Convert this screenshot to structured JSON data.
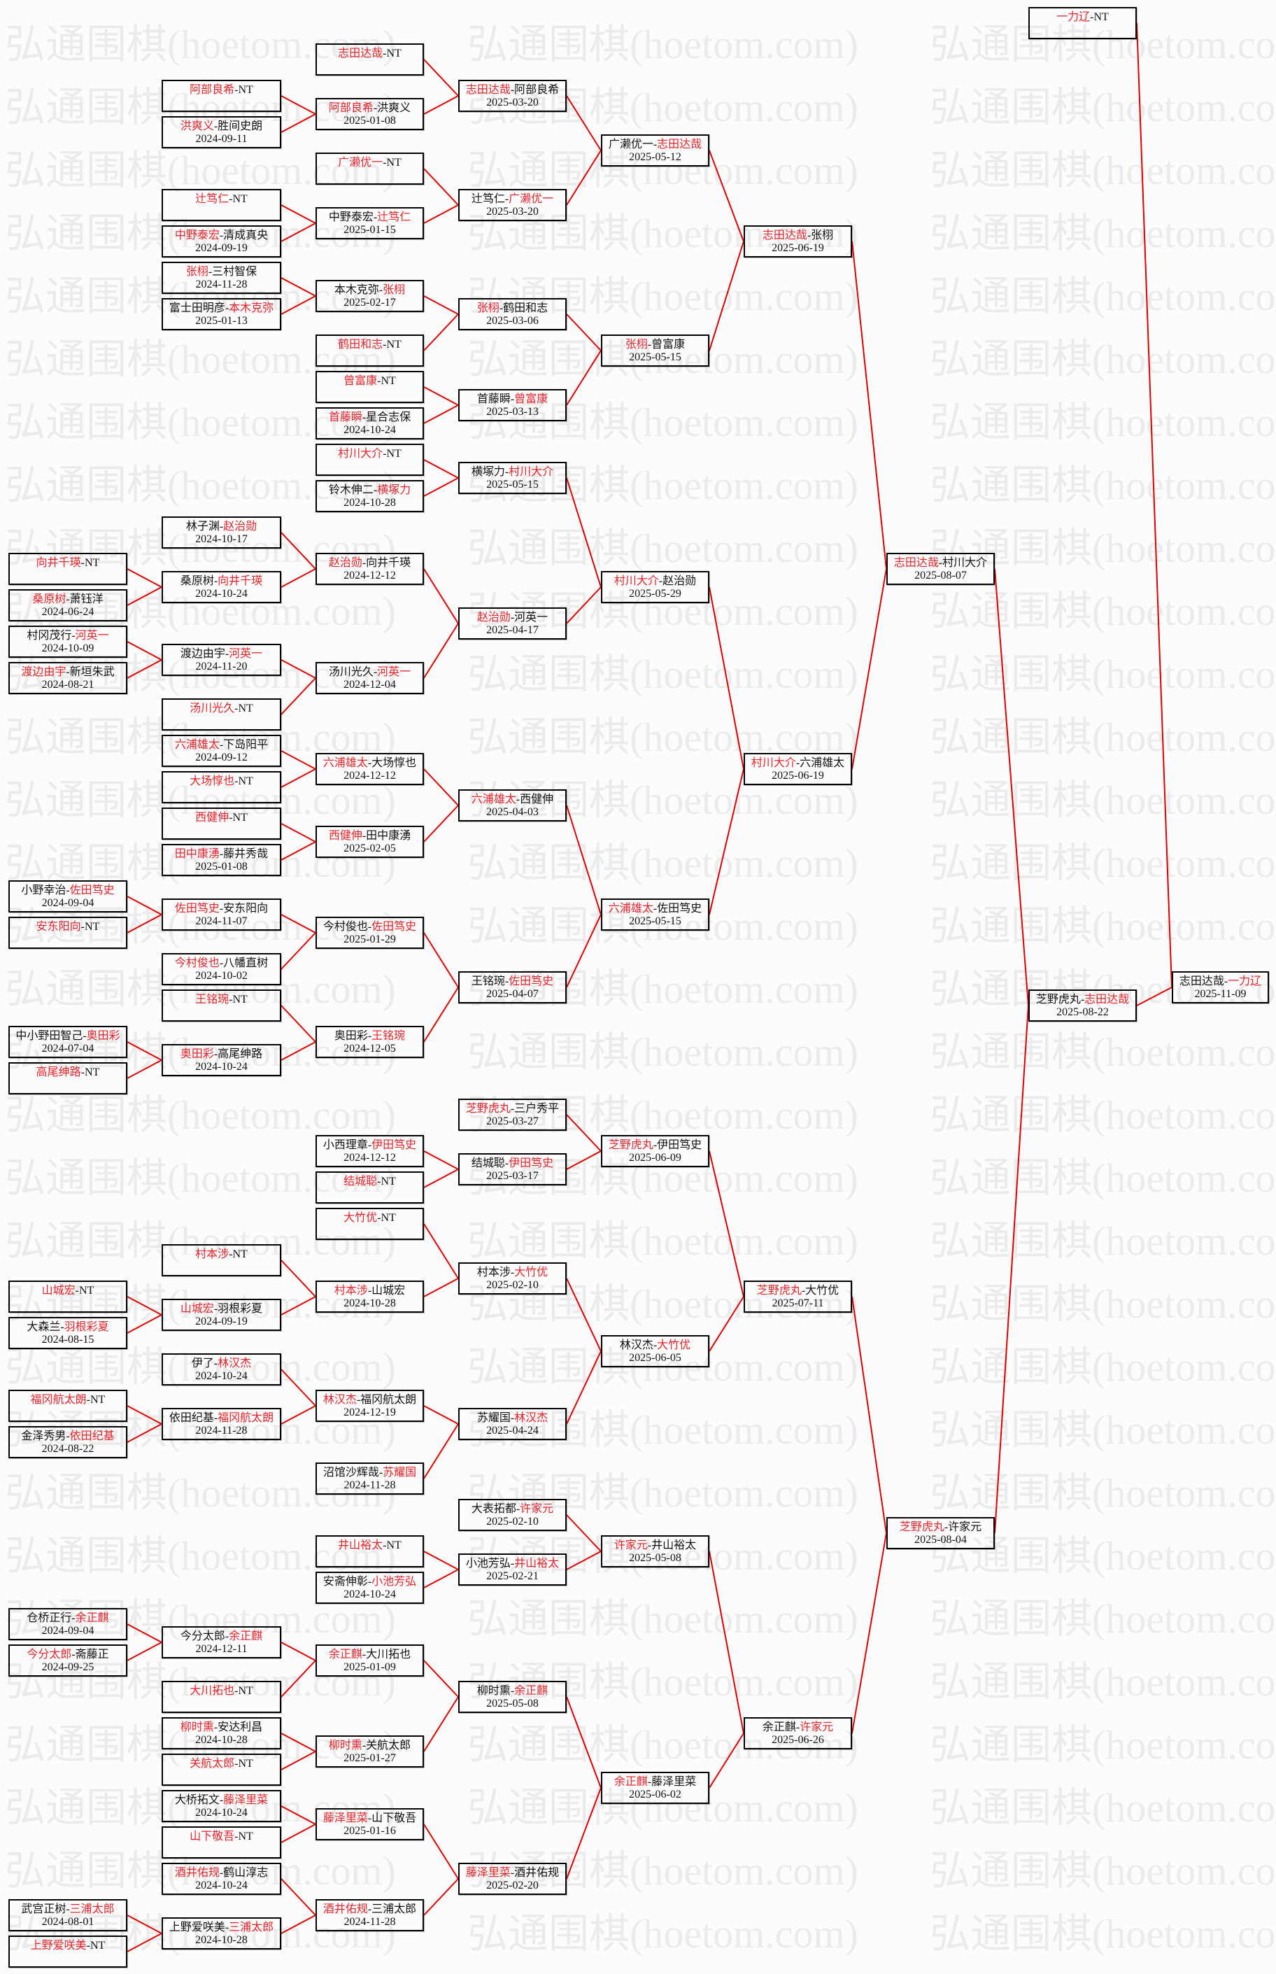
{
  "watermark": "弘通围棋(hoetom.com)",
  "separator": "-",
  "colors": {
    "winner_text": "#e5232b",
    "normal_text": "#111111",
    "connector_line": "#e00000",
    "box_border": "#000000",
    "background": "#fcfcfc",
    "watermark": "#ebebeb"
  },
  "columns": [
    {
      "matches": [
        {
          "a": "向井千瑛",
          "b": "NT",
          "winner": "a",
          "date": "",
          "next": 7
        },
        {
          "a": "桑原树",
          "b": "萧钰洋",
          "winner": "a",
          "date": "2024-06-24",
          "next": 7
        },
        {
          "a": "村冈茂行",
          "b": "河英一",
          "winner": "b",
          "date": "2024-10-09",
          "next": 8
        },
        {
          "a": "渡边由宇",
          "b": "新垣朱武",
          "winner": "a",
          "date": "2024-08-21",
          "next": 8
        },
        {
          "a": "小野幸治",
          "b": "佐田笃史",
          "winner": "b",
          "date": "2024-09-04",
          "next": 14
        },
        {
          "a": "安东阳向",
          "b": "NT",
          "winner": "a",
          "date": "",
          "next": 14
        },
        {
          "a": "中小野田智己",
          "b": "奥田彩",
          "winner": "b",
          "date": "2024-07-04",
          "next": 17
        },
        {
          "a": "高尾绅路",
          "b": "NT",
          "winner": "a",
          "date": "",
          "next": 17
        },
        {
          "a": "山城宏",
          "b": "NT",
          "winner": "a",
          "date": "",
          "next": 19
        },
        {
          "a": "大森兰",
          "b": "羽根彩夏",
          "winner": "b",
          "date": "2024-08-15",
          "next": 19
        },
        {
          "a": "福冈航太朗",
          "b": "NT",
          "winner": "a",
          "date": "",
          "next": 21
        },
        {
          "a": "金泽秀男",
          "b": "依田纪基",
          "winner": "b",
          "date": "2024-08-22",
          "next": 21
        },
        {
          "a": "仓桥正行",
          "b": "余正麒",
          "winner": "b",
          "date": "2024-09-04",
          "next": 22
        },
        {
          "a": "今分太郎",
          "b": "斋藤正",
          "winner": "a",
          "date": "2024-09-25",
          "next": 22
        },
        {
          "a": "武宫正树",
          "b": "三浦太郎",
          "winner": "b",
          "date": "2024-08-01",
          "next": 29
        },
        {
          "a": "上野爱咲美",
          "b": "NT",
          "winner": "a",
          "date": "",
          "next": 29
        }
      ]
    },
    {
      "matches": [
        {
          "a": "阿部良希",
          "b": "NT",
          "winner": "a",
          "date": "",
          "next": 1
        },
        {
          "a": "洪爽义",
          "b": "胜间史朗",
          "winner": "a",
          "date": "2024-09-11",
          "next": 1
        },
        {
          "a": "辻笃仁",
          "b": "NT",
          "winner": "a",
          "date": "",
          "next": 3
        },
        {
          "a": "中野泰宏",
          "b": "清成真央",
          "winner": "a",
          "date": "2024-09-19",
          "next": 3
        },
        {
          "a": "张栩",
          "b": "三村智保",
          "winner": "a",
          "date": "2024-11-28",
          "next": 4
        },
        {
          "a": "富士田明彦",
          "b": "本木克弥",
          "winner": "b",
          "date": "2025-01-13",
          "next": 4
        },
        {
          "a": "林子渊",
          "b": "赵治勋",
          "winner": "b",
          "date": "2024-10-17",
          "next": 10
        },
        {
          "a": "桑原树",
          "b": "向井千瑛",
          "winner": "b",
          "date": "2024-10-24",
          "next": 10
        },
        {
          "a": "渡边由宇",
          "b": "河英一",
          "winner": "b",
          "date": "2024-11-20",
          "next": 11
        },
        {
          "a": "汤川光久",
          "b": "NT",
          "winner": "a",
          "date": "",
          "next": 11
        },
        {
          "a": "六浦雄太",
          "b": "下岛阳平",
          "winner": "a",
          "date": "2024-09-12",
          "next": 12
        },
        {
          "a": "大场惇也",
          "b": "NT",
          "winner": "a",
          "date": "",
          "next": 12
        },
        {
          "a": "西健伸",
          "b": "NT",
          "winner": "a",
          "date": "",
          "next": 13
        },
        {
          "a": "田中康湧",
          "b": "藤井秀哉",
          "winner": "a",
          "date": "2025-01-08",
          "next": 13
        },
        {
          "a": "佐田笃史",
          "b": "安东阳向",
          "winner": "a",
          "date": "2024-11-07",
          "next": 14
        },
        {
          "a": "今村俊也",
          "b": "八幡直树",
          "winner": "a",
          "date": "2024-10-02",
          "next": 14
        },
        {
          "a": "王铭琬",
          "b": "NT",
          "winner": "a",
          "date": "",
          "next": 15
        },
        {
          "a": "奥田彩",
          "b": "高尾绅路",
          "winner": "a",
          "date": "2024-10-24",
          "next": 15
        },
        {
          "a": "村本涉",
          "b": "NT",
          "winner": "a",
          "date": "",
          "next": 19
        },
        {
          "a": "山城宏",
          "b": "羽根彩夏",
          "winner": "a",
          "date": "2024-09-19",
          "next": 19
        },
        {
          "a": "伊了",
          "b": "林汉杰",
          "winner": "b",
          "date": "2024-10-24",
          "next": 20
        },
        {
          "a": "依田纪基",
          "b": "福冈航太朗",
          "winner": "b",
          "date": "2024-11-28",
          "next": 20
        },
        {
          "a": "今分太郎",
          "b": "余正麒",
          "winner": "b",
          "date": "2024-12-11",
          "next": 24
        },
        {
          "a": "大川拓也",
          "b": "NT",
          "winner": "a",
          "date": "",
          "next": 24
        },
        {
          "a": "柳时熏",
          "b": "安达利昌",
          "winner": "a",
          "date": "2024-10-28",
          "next": 25
        },
        {
          "a": "关航太郎",
          "b": "NT",
          "winner": "a",
          "date": "",
          "next": 25
        },
        {
          "a": "大桥拓文",
          "b": "藤泽里菜",
          "winner": "b",
          "date": "2024-10-24",
          "next": 26
        },
        {
          "a": "山下敬吾",
          "b": "NT",
          "winner": "a",
          "date": "",
          "next": 26
        },
        {
          "a": "酒井佑规",
          "b": "鹤山淳志",
          "winner": "a",
          "date": "2024-10-24",
          "next": 27
        },
        {
          "a": "上野爱咲美",
          "b": "三浦太郎",
          "winner": "b",
          "date": "2024-10-28",
          "next": 27
        }
      ]
    },
    {
      "matches": [
        {
          "a": "志田达哉",
          "b": "NT",
          "winner": "a",
          "date": "",
          "next": 0
        },
        {
          "a": "阿部良希",
          "b": "洪爽义",
          "winner": "a",
          "date": "2025-01-08",
          "next": 0
        },
        {
          "a": "广濑优一",
          "b": "NT",
          "winner": "a",
          "date": "",
          "next": 1
        },
        {
          "a": "中野泰宏",
          "b": "辻笃仁",
          "winner": "b",
          "date": "2025-01-15",
          "next": 1
        },
        {
          "a": "本木克弥",
          "b": "张栩",
          "winner": "b",
          "date": "2025-02-17",
          "next": 2
        },
        {
          "a": "鹤田和志",
          "b": "NT",
          "winner": "a",
          "date": "",
          "next": 2
        },
        {
          "a": "曾富康",
          "b": "NT",
          "winner": "a",
          "date": "",
          "next": 3
        },
        {
          "a": "首藤瞬",
          "b": "星合志保",
          "winner": "a",
          "date": "2024-10-24",
          "next": 3
        },
        {
          "a": "村川大介",
          "b": "NT",
          "winner": "a",
          "date": "",
          "next": 4
        },
        {
          "a": "铃木伸二",
          "b": "横塚力",
          "winner": "b",
          "date": "2024-10-28",
          "next": 4
        },
        {
          "a": "赵治勋",
          "b": "向井千瑛",
          "winner": "a",
          "date": "2024-12-12",
          "next": 5
        },
        {
          "a": "汤川光久",
          "b": "河英一",
          "winner": "b",
          "date": "2024-12-04",
          "next": 5
        },
        {
          "a": "六浦雄太",
          "b": "大场惇也",
          "winner": "a",
          "date": "2024-12-12",
          "next": 6
        },
        {
          "a": "西健伸",
          "b": "田中康湧",
          "winner": "a",
          "date": "2025-02-05",
          "next": 6
        },
        {
          "a": "今村俊也",
          "b": "佐田笃史",
          "winner": "b",
          "date": "2025-01-29",
          "next": 7
        },
        {
          "a": "奥田彩",
          "b": "王铭琬",
          "winner": "b",
          "date": "2024-12-05",
          "next": 7
        },
        {
          "a": "小西理章",
          "b": "伊田笃史",
          "winner": "b",
          "date": "2024-12-12",
          "next": 9
        },
        {
          "a": "结城聪",
          "b": "NT",
          "winner": "a",
          "date": "",
          "next": 9
        },
        {
          "a": "大竹优",
          "b": "NT",
          "winner": "a",
          "date": "",
          "next": 10
        },
        {
          "a": "村本涉",
          "b": "山城宏",
          "winner": "a",
          "date": "2024-10-28",
          "next": 10
        },
        {
          "a": "林汉杰",
          "b": "福冈航太朗",
          "winner": "a",
          "date": "2024-12-19",
          "next": 11
        },
        {
          "a": "沼馆沙辉哉",
          "b": "苏耀国",
          "winner": "b",
          "date": "2024-11-28",
          "next": 11
        },
        {
          "a": "井山裕太",
          "b": "NT",
          "winner": "a",
          "date": "",
          "next": 13
        },
        {
          "a": "安斋伸彰",
          "b": "小池芳弘",
          "winner": "b",
          "date": "2024-10-24",
          "next": 13
        },
        {
          "a": "余正麒",
          "b": "大川拓也",
          "winner": "a",
          "date": "2025-01-09",
          "next": 14
        },
        {
          "a": "柳时熏",
          "b": "关航太郎",
          "winner": "a",
          "date": "2025-01-27",
          "next": 14
        },
        {
          "a": "藤泽里菜",
          "b": "山下敬吾",
          "winner": "a",
          "date": "2025-01-16",
          "next": 15
        },
        {
          "a": "酒井佑规",
          "b": "三浦太郎",
          "winner": "a",
          "date": "2024-11-28",
          "next": 15
        }
      ]
    },
    {
      "matches": [
        {
          "a": "志田达哉",
          "b": "阿部良希",
          "winner": "a",
          "date": "2025-03-20",
          "next": 0
        },
        {
          "a": "辻笃仁",
          "b": "广濑优一",
          "winner": "b",
          "date": "2025-03-20",
          "next": 0
        },
        {
          "a": "张栩",
          "b": "鹤田和志",
          "winner": "a",
          "date": "2025-03-06",
          "next": 1
        },
        {
          "a": "首藤瞬",
          "b": "曾富康",
          "winner": "b",
          "date": "2025-03-13",
          "next": 1
        },
        {
          "a": "横塚力",
          "b": "村川大介",
          "winner": "b",
          "date": "2025-05-15",
          "next": 2
        },
        {
          "a": "赵治勋",
          "b": "河英一",
          "winner": "a",
          "date": "2025-04-17",
          "next": 2
        },
        {
          "a": "六浦雄太",
          "b": "西健伸",
          "winner": "a",
          "date": "2025-04-03",
          "next": 3
        },
        {
          "a": "王铭琬",
          "b": "佐田笃史",
          "winner": "b",
          "date": "2025-04-07",
          "next": 3
        },
        {
          "a": "芝野虎丸",
          "b": "三户秀平",
          "winner": "a",
          "date": "2025-03-27",
          "next": 4
        },
        {
          "a": "结城聪",
          "b": "伊田笃史",
          "winner": "b",
          "date": "2025-03-17",
          "next": 4
        },
        {
          "a": "村本涉",
          "b": "大竹优",
          "winner": "b",
          "date": "2025-02-10",
          "next": 5
        },
        {
          "a": "苏耀国",
          "b": "林汉杰",
          "winner": "b",
          "date": "2025-04-24",
          "next": 5
        },
        {
          "a": "大表拓都",
          "b": "许家元",
          "winner": "b",
          "date": "2025-02-10",
          "next": 6
        },
        {
          "a": "小池芳弘",
          "b": "井山裕太",
          "winner": "b",
          "date": "2025-02-21",
          "next": 6
        },
        {
          "a": "柳时熏",
          "b": "余正麒",
          "winner": "b",
          "date": "2025-05-08",
          "next": 7
        },
        {
          "a": "藤泽里菜",
          "b": "酒井佑规",
          "winner": "a",
          "date": "2025-02-20",
          "next": 7
        }
      ]
    },
    {
      "matches": [
        {
          "a": "广濑优一",
          "b": "志田达哉",
          "winner": "b",
          "date": "2025-05-12",
          "next": 0
        },
        {
          "a": "张栩",
          "b": "曾富康",
          "winner": "a",
          "date": "2025-05-15",
          "next": 0
        },
        {
          "a": "村川大介",
          "b": "赵治勋",
          "winner": "a",
          "date": "2025-05-29",
          "next": 1
        },
        {
          "a": "六浦雄太",
          "b": "佐田笃史",
          "winner": "a",
          "date": "2025-05-15",
          "next": 1
        },
        {
          "a": "芝野虎丸",
          "b": "伊田笃史",
          "winner": "a",
          "date": "2025-06-09",
          "next": 2
        },
        {
          "a": "林汉杰",
          "b": "大竹优",
          "winner": "b",
          "date": "2025-06-05",
          "next": 2
        },
        {
          "a": "许家元",
          "b": "井山裕太",
          "winner": "a",
          "date": "2025-05-08",
          "next": 3
        },
        {
          "a": "余正麒",
          "b": "藤泽里菜",
          "winner": "a",
          "date": "2025-06-02",
          "next": 3
        }
      ]
    },
    {
      "matches": [
        {
          "a": "志田达哉",
          "b": "张栩",
          "winner": "a",
          "date": "2025-06-19",
          "next": 0
        },
        {
          "a": "村川大介",
          "b": "六浦雄太",
          "winner": "a",
          "date": "2025-06-19",
          "next": 0
        },
        {
          "a": "芝野虎丸",
          "b": "大竹优",
          "winner": "a",
          "date": "2025-07-11",
          "next": 1
        },
        {
          "a": "余正麒",
          "b": "许家元",
          "winner": "b",
          "date": "2025-06-26",
          "next": 1
        }
      ]
    },
    {
      "matches": [
        {
          "a": "志田达哉",
          "b": "村川大介",
          "winner": "a",
          "date": "2025-08-07",
          "next": 1
        },
        {
          "a": "芝野虎丸",
          "b": "许家元",
          "winner": "a",
          "date": "2025-08-04",
          "next": 1
        }
      ]
    },
    {
      "matches": [
        {
          "a": "一力辽",
          "b": "NT",
          "winner": "a",
          "date": "",
          "next": 0
        },
        {
          "a": "芝野虎丸",
          "b": "志田达哉",
          "winner": "b",
          "date": "2025-08-22",
          "next": 0
        }
      ]
    },
    {
      "matches": [
        {
          "a": "志田达哉",
          "b": "一力辽",
          "winner": "b",
          "date": "2025-11-09"
        }
      ]
    }
  ]
}
